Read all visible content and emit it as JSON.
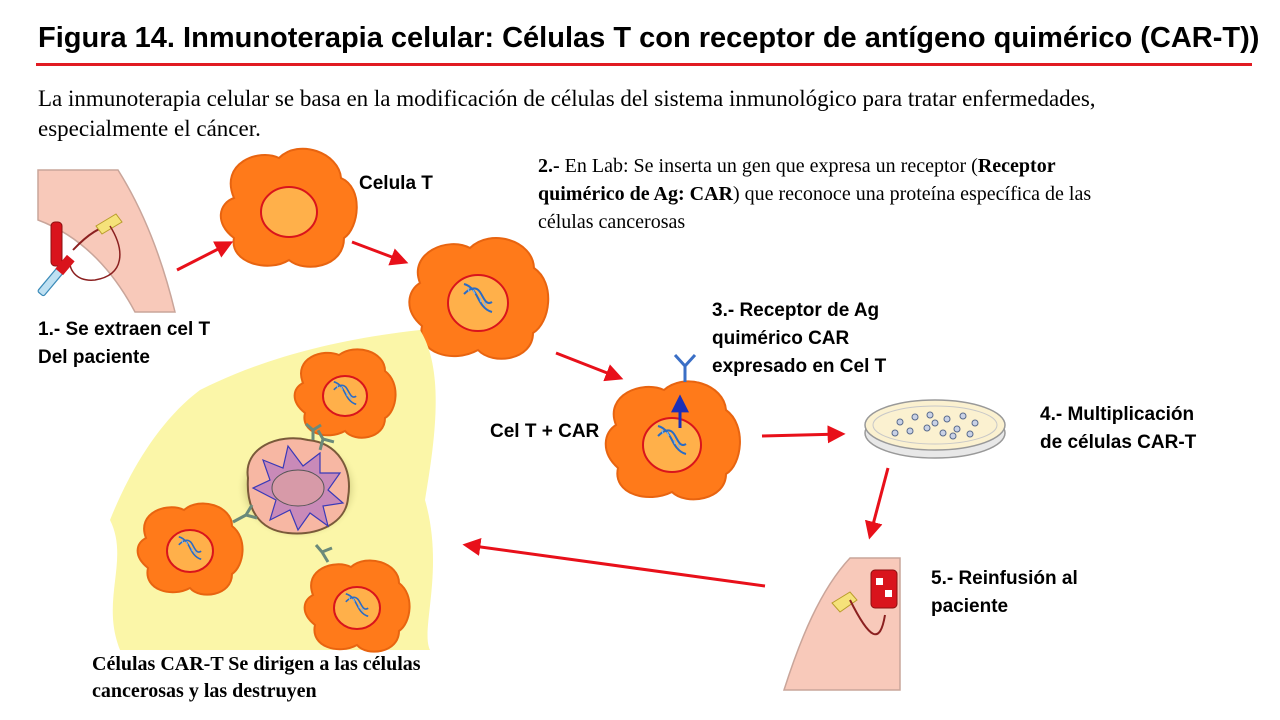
{
  "title": "Figura 14. Inmunoterapia celular: Células T con receptor de antígeno quimérico (CAR-T))",
  "intro": "La inmunoterapia celular se basa en la modificación de células del sistema inmunológico para tratar enfermedades, especialmente el cáncer.",
  "labels": {
    "celula_t": "Celula T",
    "step1_line1": "1.- Se extraen cel T",
    "step1_line2": "Del paciente",
    "step2_number": "2.-",
    "step2_text_a": " En Lab: Se inserta un gen que expresa un receptor (",
    "step2_bold": "Receptor quimérico de Ag: CAR",
    "step2_text_b": ") que reconoce una proteína específica de las células cancerosas",
    "step3_line1": "3.- Receptor de Ag",
    "step3_line2": "quimérico CAR",
    "step3_line3": "expresado en Cel T",
    "cel_t_car": "Cel T + CAR",
    "step4_line1": "4.- Multiplicación",
    "step4_line2": "de células CAR-T",
    "step5_line1": "5.- Reinfusión al",
    "step5_line2": "paciente",
    "final_line1": "Células CAR-T  Se dirigen a las células",
    "final_line2": "cancerosas y las destruyen"
  },
  "colors": {
    "title_rule": "#e11b22",
    "arrow": "#e8101a",
    "cell_body": "#ff7a1a",
    "nucleus": "#ffb04a",
    "nucleus_ring": "#d9141c",
    "receptor": "#3a6fc6",
    "attack_zone": "#fbf6a8",
    "skin": "#f8c9ba"
  },
  "icons": [
    "arm-blood-draw-icon",
    "t-cell-icon",
    "dna-icon",
    "car-receptor-icon",
    "petri-dish-icon",
    "infusion-bag-icon",
    "cancer-cell-icon"
  ]
}
